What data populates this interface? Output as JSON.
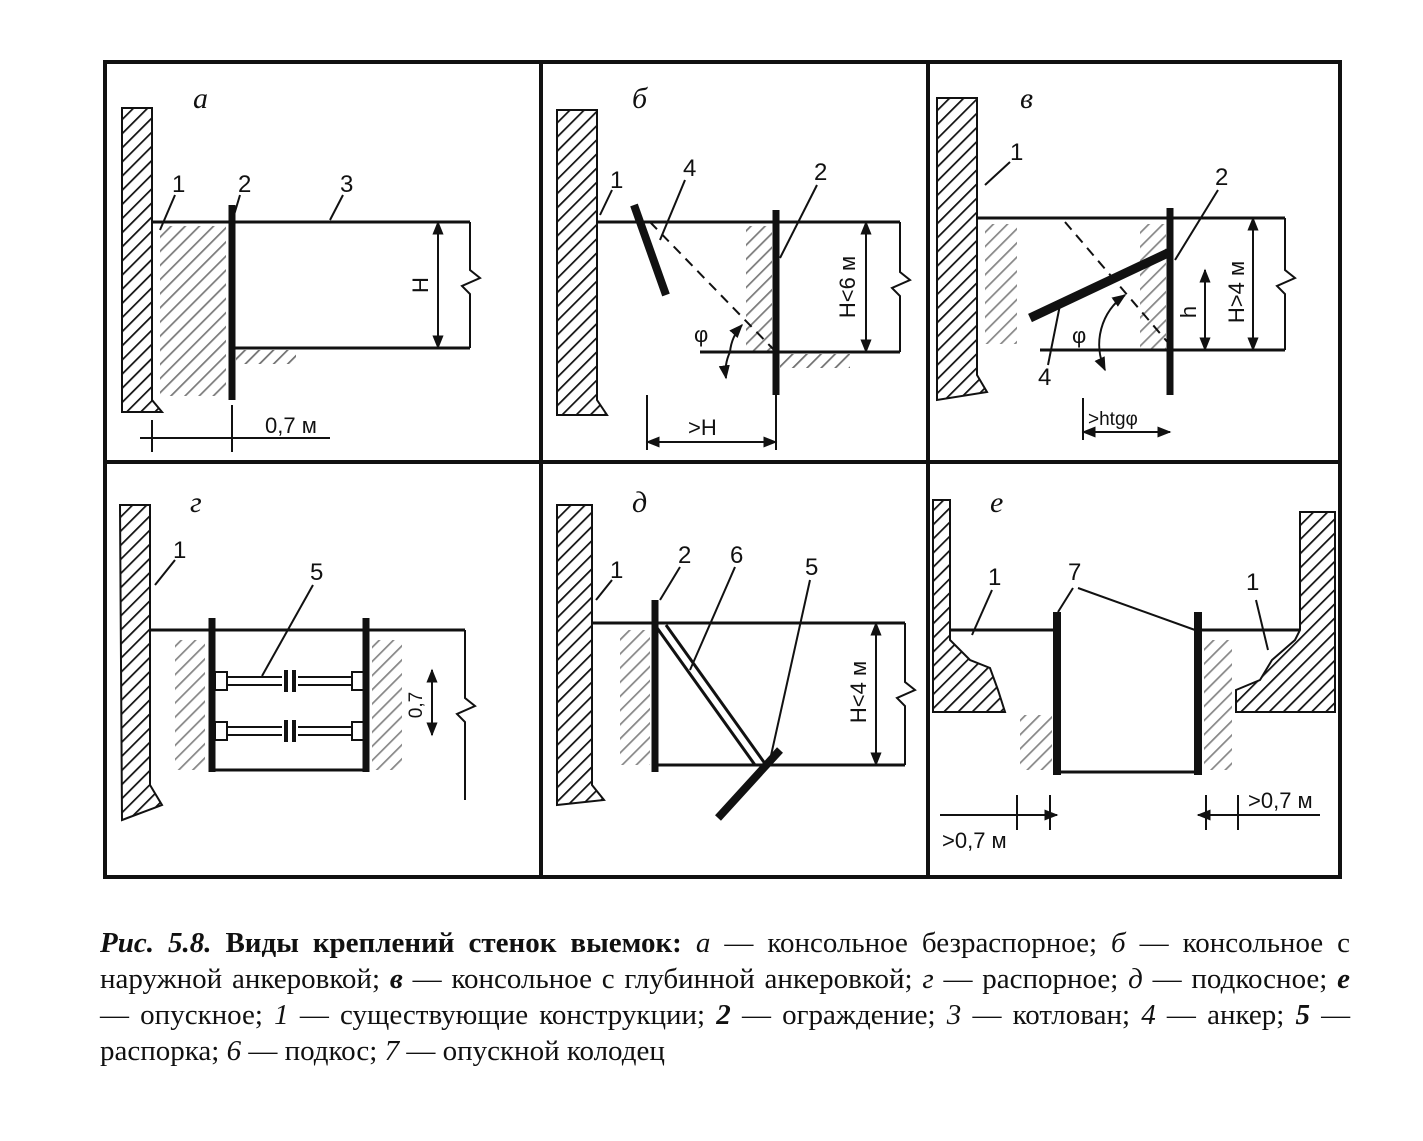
{
  "panels": {
    "a": {
      "letter": "а",
      "labels": [
        "1",
        "2",
        "3"
      ],
      "dims": {
        "H": "H",
        "spacing": "0,7 м"
      }
    },
    "b": {
      "letter": "б",
      "labels": [
        "1",
        "4",
        "2"
      ],
      "dims": {
        "H": "H<6 м",
        "phi": "φ",
        "offset": ">H"
      }
    },
    "v": {
      "letter": "в",
      "labels": [
        "1",
        "2",
        "4"
      ],
      "dims": {
        "H": "H>4 м",
        "h": "h",
        "phi": "φ",
        "offset": ">htgφ"
      }
    },
    "g": {
      "letter": "г",
      "labels": [
        "1",
        "5"
      ],
      "dims": {
        "spacing": "0,7"
      }
    },
    "d": {
      "letter": "д",
      "labels": [
        "1",
        "2",
        "6",
        "5"
      ],
      "dims": {
        "H": "H<4 м"
      }
    },
    "e": {
      "letter": "е",
      "labels": [
        "1",
        "7",
        "1"
      ],
      "dims": {
        "left": ">0,7 м",
        "right": ">0,7 м"
      }
    }
  },
  "caption": {
    "fig_no": "Рис. 5.8.",
    "title": "Виды креплений стенок выемок:",
    "items": [
      {
        "key": "а",
        "text": "— консольное безраспорное;"
      },
      {
        "key": "б",
        "text": "— консольное с наружной анкеровкой;"
      },
      {
        "key": "в",
        "text": "— консольное с глубинной анкеровкой;"
      },
      {
        "key": "г",
        "text": "— распорное;"
      },
      {
        "key": "д",
        "text": "— подкосное;"
      },
      {
        "key": "е",
        "text": "— опускное;"
      },
      {
        "key": "1",
        "text": "— существующие конструкции;"
      },
      {
        "key": "2",
        "text": "— ограждение;"
      },
      {
        "key": "3",
        "text": "— котлован;"
      },
      {
        "key": "4",
        "text": "— анкер;"
      },
      {
        "key": "5",
        "text": "— распорка;"
      },
      {
        "key": "6",
        "text": "— подкос;"
      },
      {
        "key": "7",
        "text": "— опускной колодец"
      }
    ]
  }
}
